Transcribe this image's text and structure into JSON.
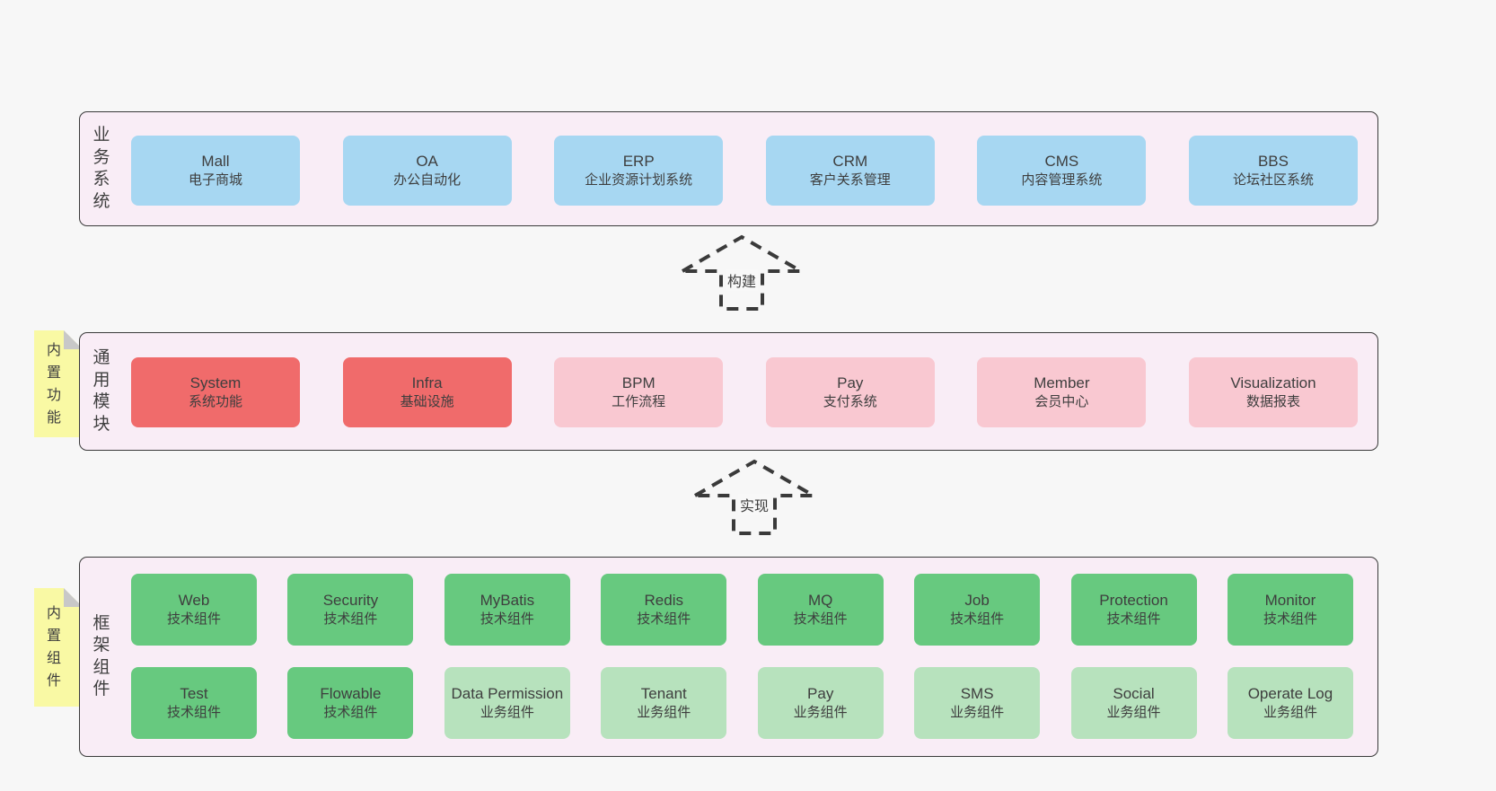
{
  "colors": {
    "page_bg": "#f7f7f7",
    "panel_bg": "#f9edf6",
    "panel_border": "#3a3a3a",
    "blue_card": "#a7d7f2",
    "red_card": "#f06b6b",
    "pink_card": "#f9c8d1",
    "green_dark_card": "#67c97f",
    "green_light_card": "#b7e2bd",
    "note_yellow": "#f9f9a4",
    "note_fold_gray": "#c8c8c8",
    "text": "#3e3e3e"
  },
  "business": {
    "label": "业务系统",
    "items": [
      {
        "name": "Mall",
        "sub": "电子商城"
      },
      {
        "name": "OA",
        "sub": "办公自动化"
      },
      {
        "name": "ERP",
        "sub": "企业资源计划系统"
      },
      {
        "name": "CRM",
        "sub": "客户关系管理"
      },
      {
        "name": "CMS",
        "sub": "内容管理系统"
      },
      {
        "name": "BBS",
        "sub": "论坛社区系统"
      }
    ]
  },
  "build_arrow": {
    "label": "构建"
  },
  "modules": {
    "label": "通用模块",
    "note": "内置功能",
    "items": [
      {
        "name": "System",
        "sub": "系统功能"
      },
      {
        "name": "Infra",
        "sub": "基础设施"
      },
      {
        "name": "BPM",
        "sub": "工作流程"
      },
      {
        "name": "Pay",
        "sub": "支付系统"
      },
      {
        "name": "Member",
        "sub": "会员中心"
      },
      {
        "name": "Visualization",
        "sub": "数据报表"
      }
    ]
  },
  "implement_arrow": {
    "label": "实现"
  },
  "framework": {
    "label": "框架组件",
    "note": "内置组件",
    "row1": [
      {
        "name": "Web",
        "sub": "技术组件"
      },
      {
        "name": "Security",
        "sub": "技术组件"
      },
      {
        "name": "MyBatis",
        "sub": "技术组件"
      },
      {
        "name": "Redis",
        "sub": "技术组件"
      },
      {
        "name": "MQ",
        "sub": "技术组件"
      },
      {
        "name": "Job",
        "sub": "技术组件"
      },
      {
        "name": "Protection",
        "sub": "技术组件"
      },
      {
        "name": "Monitor",
        "sub": "技术组件"
      }
    ],
    "row2": [
      {
        "name": "Test",
        "sub": "技术组件"
      },
      {
        "name": "Flowable",
        "sub": "技术组件"
      },
      {
        "name": "Data Permission",
        "sub": "业务组件"
      },
      {
        "name": "Tenant",
        "sub": "业务组件"
      },
      {
        "name": "Pay",
        "sub": "业务组件"
      },
      {
        "name": "SMS",
        "sub": "业务组件"
      },
      {
        "name": "Social",
        "sub": "业务组件"
      },
      {
        "name": "Operate Log",
        "sub": "业务组件"
      }
    ]
  }
}
